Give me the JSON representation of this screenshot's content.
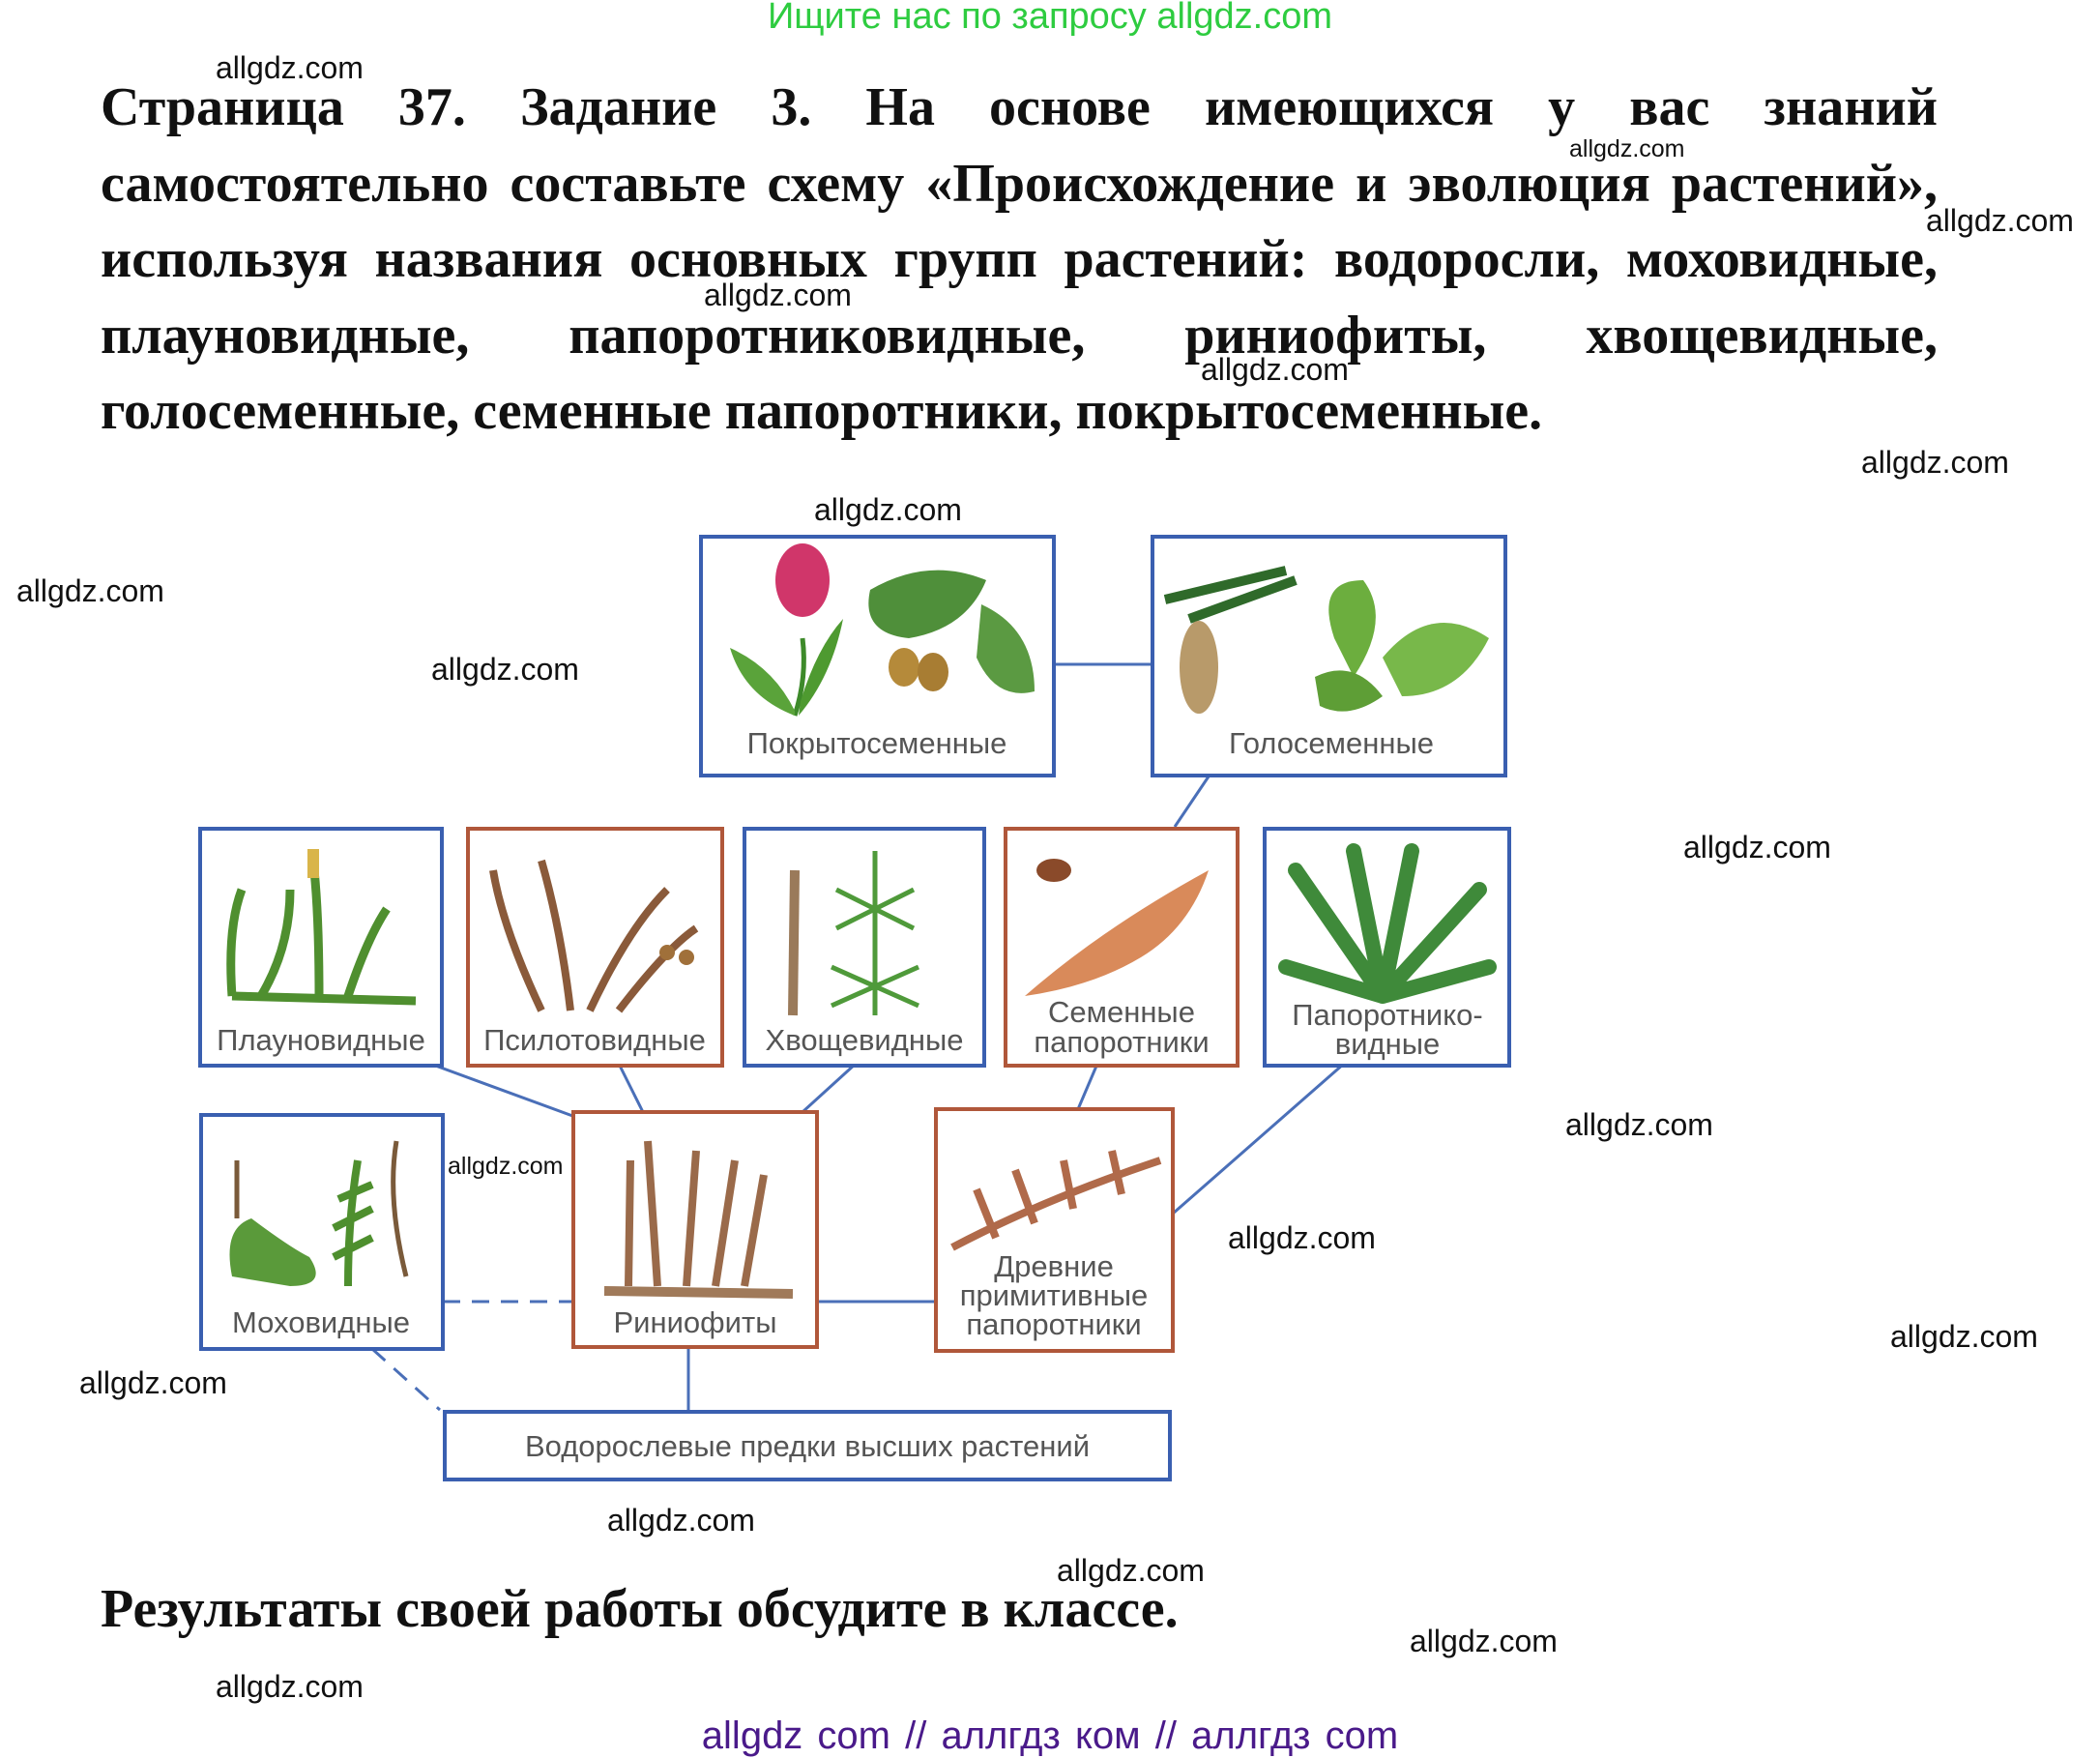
{
  "header": {
    "banner": "Ищите нас по запросу allgdz.com"
  },
  "task": {
    "text": "Страница 37. Задание 3. На основе имеющихся у вас знаний самостоятельно составьте схему «Происхождение и эволюция растений», используя названия основных групп растений: водоросли, моховидные, плауновидные, папоротниковидные, риниофиты, хвощевидные, голосеменные, семенные папоротники, покрытосеменные."
  },
  "scheme": {
    "angiosperms": "Покрытосеменные",
    "gymnosperms": "Голосеменные",
    "lycophytes": "Плауновидные",
    "psilotophytes": "Псилотовидные",
    "horsetails": "Хвощевидные",
    "seed_ferns_1": "Семенные",
    "seed_ferns_2": "папоротники",
    "ferns_1": "Папоротнико-",
    "ferns_2": "видные",
    "mosses": "Моховидные",
    "rhyniophytes": "Риниофиты",
    "ancient_ferns_1": "Древние",
    "ancient_ferns_2": "примитивные",
    "ancient_ferns_3": "папоротники",
    "algal_ancestors": "Водорослевые предки высших растений"
  },
  "conclusion": {
    "text": "Результаты своей работы обсудите в классе."
  },
  "footer": {
    "text": "allgdz com  //  аллгдз ком  //  аллгдз com"
  },
  "watermarks": {
    "w1": "allgdz.com",
    "w2": "allgdz.com",
    "w3": "allgdz.com",
    "w4": "allgdz.com",
    "w5": "allgdz.com",
    "w6": "allgdz.com",
    "w7": "allgdz.com",
    "w8": "allgdz.com",
    "w9": "allgdz.com",
    "w10": "allgdz.com",
    "w11": "allgdz.com",
    "w12": "allgdz.com",
    "w13": "allgdz.com",
    "w14": "allgdz.com",
    "w15": "allgdz.com",
    "w16": "allgdz.com",
    "w17": "allgdz.com",
    "w18": "allgdz.com",
    "w19": "allgdz.com"
  },
  "colors": {
    "blue_frame": "#3a5fb0",
    "brown_frame": "#b0573a",
    "banner_green": "#2ecc40",
    "footer_purple": "#4a1a8a"
  }
}
